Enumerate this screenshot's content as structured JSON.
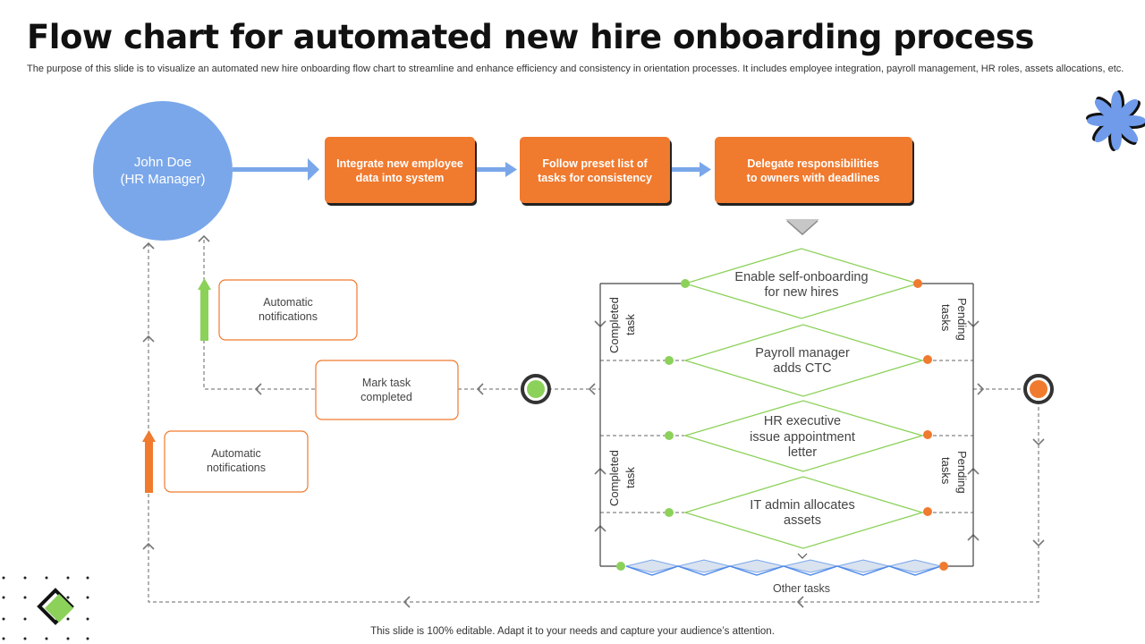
{
  "title": "Flow chart for automated new hire onboarding process",
  "subtitle": "The purpose of this slide is to visualize an automated new hire onboarding flow chart to streamline and enhance efficiency and consistency in orientation processes. It includes employee integration, payroll management, HR roles, assets allocations, etc.",
  "footer": "This slide is 100% editable. Adapt it to your needs and capture your audience’s attention.",
  "colors": {
    "orange": "#F07A2E",
    "blue": "#7AA7EA",
    "green": "#8CD15A",
    "dark": "#333333"
  },
  "manager": {
    "line1": "John Doe",
    "line2": "(HR Manager)"
  },
  "steps": [
    {
      "line1": "Integrate new employee",
      "line2": "data into system"
    },
    {
      "line1": "Follow preset list of",
      "line2": "tasks for consistency"
    },
    {
      "line1": "Delegate responsibilities",
      "line2": "to owners with deadlines"
    }
  ],
  "decisions": [
    {
      "lines": [
        "Enable self-onboarding",
        "for new hires"
      ]
    },
    {
      "lines": [
        "Payroll manager",
        "adds CTC"
      ]
    },
    {
      "lines": [
        "HR executive",
        "issue appointment",
        "letter"
      ]
    },
    {
      "lines": [
        "IT admin allocates",
        "assets"
      ]
    }
  ],
  "side_labels": {
    "completed_top": [
      "Completed",
      "task"
    ],
    "completed_bottom": [
      "Completed",
      "task"
    ],
    "pending_top": [
      "Pending",
      "tasks"
    ],
    "pending_bottom": [
      "Pending",
      "tasks"
    ]
  },
  "other_tasks": "Other tasks",
  "mark_task": {
    "line1": "Mark task",
    "line2": "completed"
  },
  "notification_upper": {
    "line1": "Automatic",
    "line2": "notifications"
  },
  "notification_lower": {
    "line1": "Automatic",
    "line2": "notifications"
  },
  "icons": {
    "flower": "flower-decoration-icon",
    "dots": "dot-grid-decoration-icon",
    "diamond": "green-diamond-decoration-icon"
  }
}
